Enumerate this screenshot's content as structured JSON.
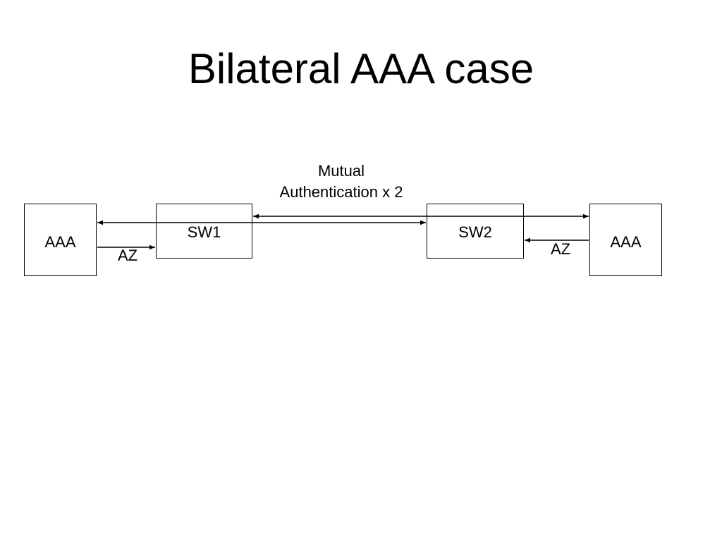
{
  "slide": {
    "title": "Bilateral AAA case"
  },
  "diagram": {
    "nodes": {
      "aaa_left": "AAA",
      "sw1": "SW1",
      "sw2": "SW2",
      "aaa_right": "AAA"
    },
    "labels": {
      "mutual_line1": "Mutual",
      "mutual_line2": "Authentication x 2",
      "az_left": "AZ",
      "az_right": "AZ"
    },
    "colors": {
      "line": "#000000",
      "background": "#ffffff"
    }
  }
}
